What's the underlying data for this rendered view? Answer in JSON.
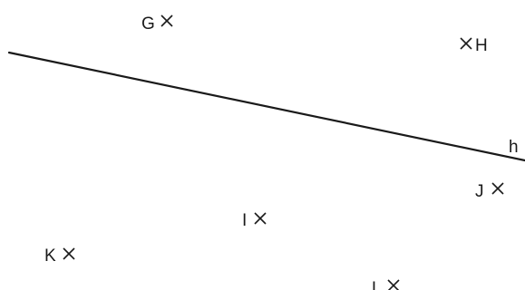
{
  "diagram": {
    "line": {
      "label": "h"
    },
    "points": [
      {
        "id": "G",
        "label": "G",
        "mark_side": "right"
      },
      {
        "id": "H",
        "label": "H",
        "mark_side": "left"
      },
      {
        "id": "J",
        "label": "J",
        "mark_side": "right"
      },
      {
        "id": "I",
        "label": "I",
        "mark_side": "right"
      },
      {
        "id": "K",
        "label": "K",
        "mark_side": "right"
      },
      {
        "id": "L",
        "label": "L",
        "mark_side": "right"
      }
    ],
    "colors": {
      "ink": "#1a1a1a",
      "background": "#ffffff"
    }
  }
}
